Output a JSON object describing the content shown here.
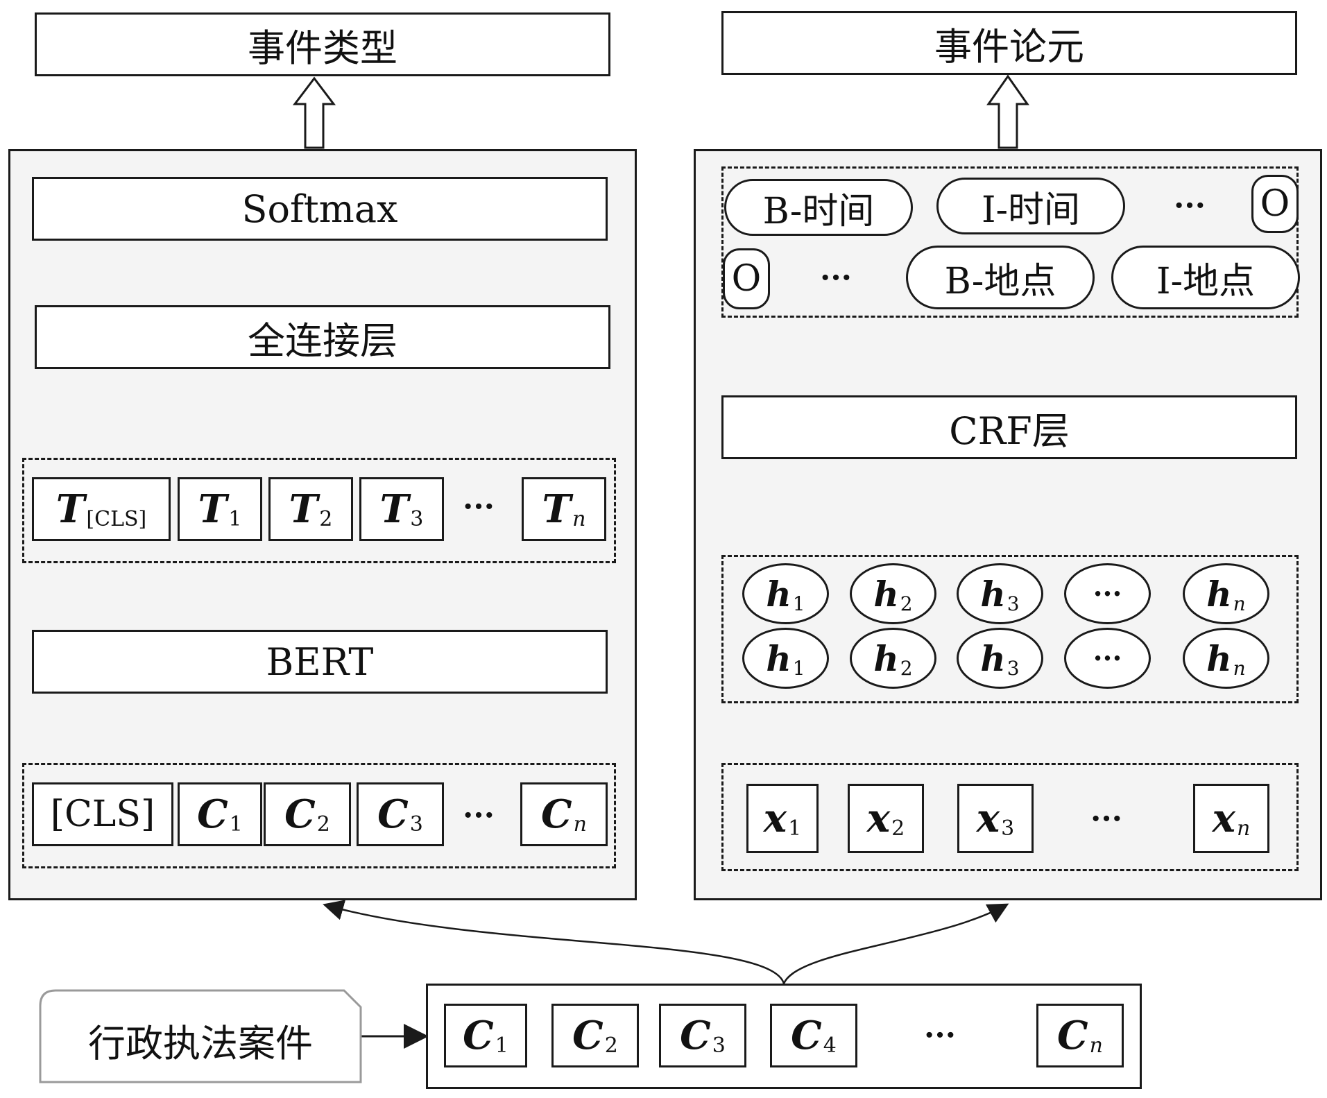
{
  "left": {
    "output_label": "事件类型",
    "softmax": "Softmax",
    "fc_layer": "全连接层",
    "bert": "BERT",
    "t_tokens": [
      {
        "base": "T",
        "sub": "[CLS]"
      },
      {
        "base": "T",
        "sub": "1"
      },
      {
        "base": "T",
        "sub": "2"
      },
      {
        "base": "T",
        "sub": "3"
      },
      {
        "base": "T",
        "sub": "n"
      }
    ],
    "c_tokens": [
      {
        "base": "[CLS]",
        "sub": ""
      },
      {
        "base": "C",
        "sub": "1"
      },
      {
        "base": "C",
        "sub": "2"
      },
      {
        "base": "C",
        "sub": "3"
      },
      {
        "base": "C",
        "sub": "n"
      }
    ],
    "ellipsis": "···"
  },
  "right": {
    "output_label": "事件论元",
    "crf": "CRF层",
    "tags_row1": [
      "B-时间",
      "I-时间",
      "···",
      "O"
    ],
    "tags_row2": [
      "O",
      "···",
      "B-地点",
      "I-地点"
    ],
    "h_tokens": [
      {
        "base": "h",
        "sub": "1"
      },
      {
        "base": "h",
        "sub": "2"
      },
      {
        "base": "h",
        "sub": "3"
      },
      {
        "base": "···",
        "sub": ""
      },
      {
        "base": "h",
        "sub": "n"
      }
    ],
    "x_tokens": [
      {
        "base": "x",
        "sub": "1"
      },
      {
        "base": "x",
        "sub": "2"
      },
      {
        "base": "x",
        "sub": "3"
      },
      {
        "base": "x",
        "sub": "n"
      }
    ],
    "ellipsis": "···"
  },
  "bottom": {
    "source_label": "行政执法案件",
    "c_tokens": [
      {
        "base": "C",
        "sub": "1"
      },
      {
        "base": "C",
        "sub": "2"
      },
      {
        "base": "C",
        "sub": "3"
      },
      {
        "base": "C",
        "sub": "4"
      },
      {
        "base": "C",
        "sub": "n"
      }
    ],
    "ellipsis": "···"
  }
}
